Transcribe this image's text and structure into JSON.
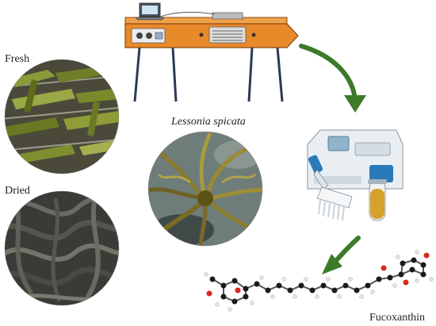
{
  "labels": {
    "fresh": "Fresh",
    "dried": "Dried",
    "species": "Lessonia spicata",
    "molecule": "Fucoxanthin"
  },
  "icons": {
    "dryer": "drying-oven-icon",
    "laptop": "laptop-icon",
    "spectrophotometer": "spectrophotometer-icon",
    "pipette": "multichannel-pipette-icon",
    "tube": "test-tube-icon",
    "arrow_1": "curved-arrow-icon",
    "arrow_2": "curved-arrow-icon"
  },
  "colors": {
    "oven_body": "#e8892a",
    "oven_dark": "#b8661c",
    "arrow_green": "#3d7a2a",
    "seaweed_fresh": "#7a8a2a",
    "seaweed_dried": "#3a3a36",
    "atom_carbon": "#1a1a1a",
    "atom_oxygen": "#d8261c",
    "atom_hydrogen": "#e6e6e6"
  }
}
